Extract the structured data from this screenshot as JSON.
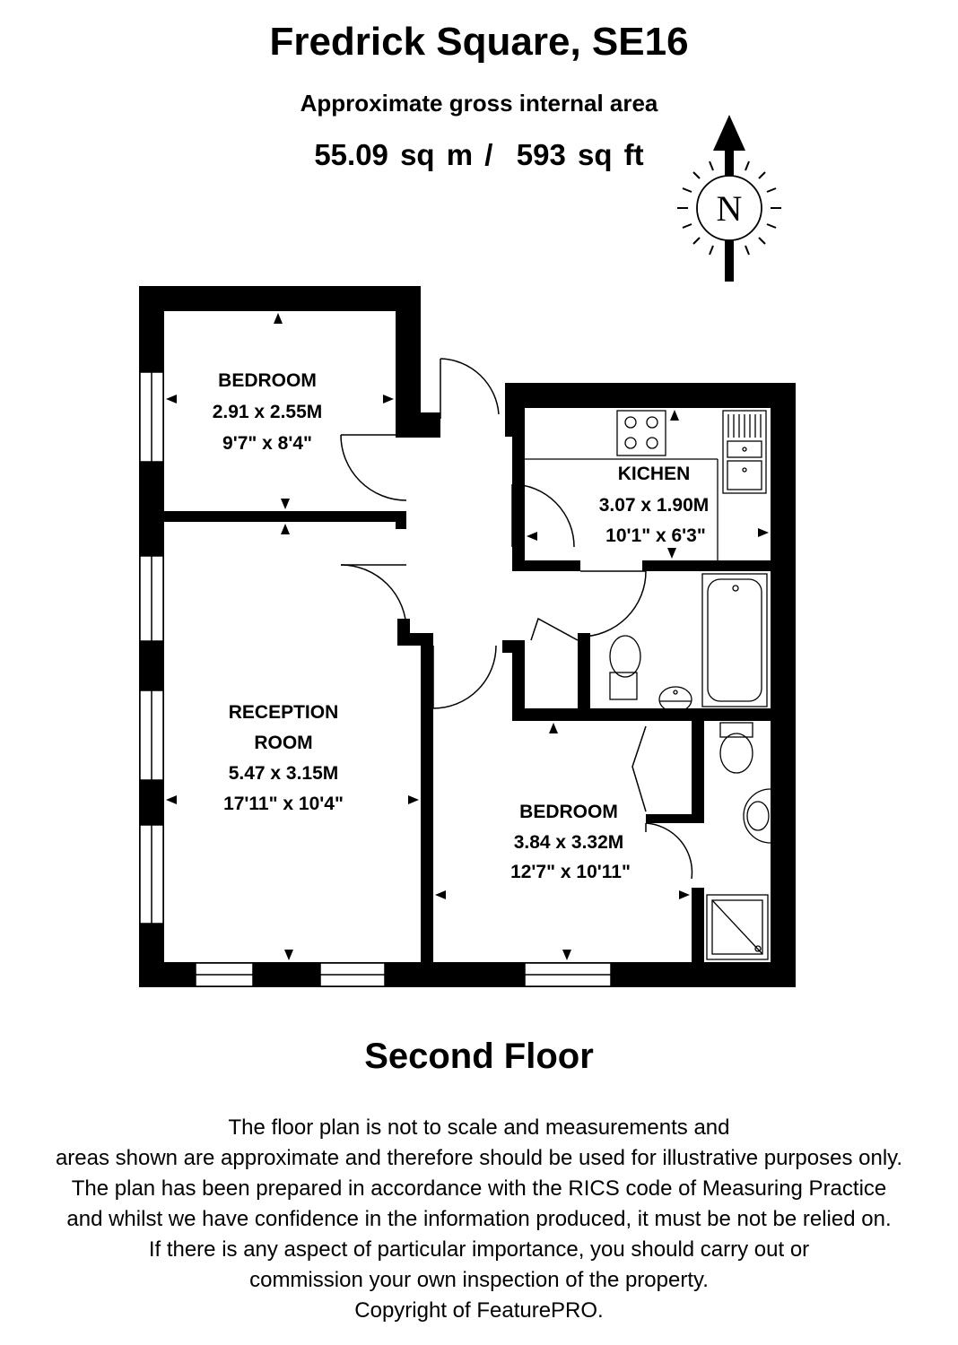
{
  "header": {
    "title": "Fredrick Square, SE16",
    "subtitle": "Approximate gross internal area",
    "area": "55.09 sq m /  593 sq ft"
  },
  "compass": {
    "letter": "N",
    "icon": "north-compass-icon"
  },
  "rooms": {
    "bedroom1": {
      "name": "BEDROOM",
      "metric": "2.91 x 2.55M",
      "imperial": "9'7\" x 8'4\""
    },
    "kitchen": {
      "name": "KICHEN",
      "metric": "3.07 x 1.90M",
      "imperial": "10'1\" x 6'3\""
    },
    "reception": {
      "name1": "RECEPTION",
      "name2": "ROOM",
      "metric": "5.47 x 3.15M",
      "imperial": "17'11\" x 10'4\""
    },
    "bedroom2": {
      "name": "BEDROOM",
      "metric": "3.84 x 3.32M",
      "imperial": "12'7\" x 10'11\""
    }
  },
  "floor_label": "Second Floor",
  "disclaimer": [
    "The floor plan is not to scale and measurements and",
    "areas shown are approximate and therefore should be used for illustrative purposes only.",
    "The plan has been prepared in accordance with the RICS code of Measuring Practice",
    "and whilst we have confidence in the information produced, it must be not be relied on.",
    "If there is any aspect of particular importance, you should carry out or",
    "commission your own inspection of the property.",
    "Copyright of FeaturePRO."
  ],
  "colors": {
    "wall": "#000000",
    "background": "#ffffff"
  }
}
